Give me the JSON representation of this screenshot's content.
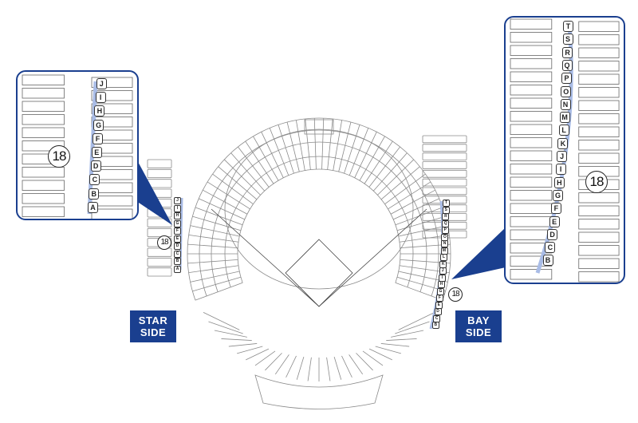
{
  "labels": {
    "star_side": "STAR\nSIDE",
    "bay_side": "BAY\nSIDE"
  },
  "section": "18",
  "left_rows": [
    "J",
    "I",
    "H",
    "G",
    "F",
    "E",
    "D",
    "C",
    "B",
    "A"
  ],
  "right_rows": [
    "T",
    "S",
    "R",
    "Q",
    "P",
    "O",
    "N",
    "M",
    "L",
    "K",
    "J",
    "I",
    "H",
    "G",
    "F",
    "E",
    "D",
    "C",
    "B"
  ],
  "colors": {
    "accent": "#1a3f8f",
    "highlight": "#a9bce6",
    "line": "#8a8a8a"
  }
}
